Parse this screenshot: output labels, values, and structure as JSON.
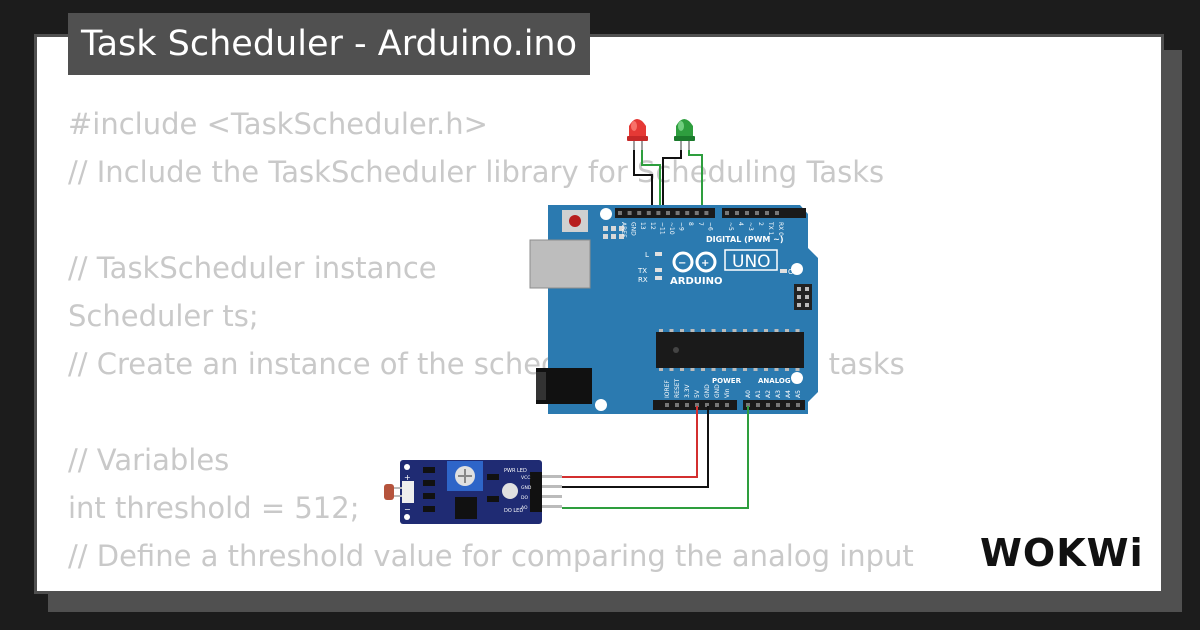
{
  "title": "Task Scheduler - Arduino.ino",
  "code_lines": [
    "#include <TaskScheduler.h>",
    "// Include the TaskScheduler library for Scheduling Tasks",
    "",
    "// TaskScheduler instance",
    "Scheduler ts;",
    "// Create an instance of the scheduler for managing tasks",
    "",
    "// Variables",
    "int threshold = 512;",
    "// Define a threshold value for comparing the analog input"
  ],
  "board": {
    "name": "UNO",
    "brand": "ARDUINO",
    "digital_label": "DIGITAL (PWM ~)",
    "power_label": "POWER",
    "analog_label": "ANALOG IN",
    "on_label": "ON",
    "l_label": "L",
    "tx_label": "TX",
    "rx_label": "RX",
    "top_pins": [
      "AREF",
      "GND",
      "13",
      "12",
      "~11",
      "~10",
      "~9",
      "8",
      "7",
      "~6",
      "~5",
      "4",
      "~3",
      "2",
      "TX 1",
      "RX 0"
    ],
    "power_pins": [
      "IOREF",
      "RESET",
      "3.3V",
      "5V",
      "GND",
      "GND",
      "Vin"
    ],
    "analog_pins": [
      "A0",
      "A1",
      "A2",
      "A3",
      "A4",
      "A5"
    ]
  },
  "sensor": {
    "labels": [
      "PWR LED",
      "DO LED"
    ],
    "pins": [
      "VCC",
      "GND",
      "DO",
      "AO"
    ]
  },
  "colors": {
    "background": "#1c1c1c",
    "card": "#ffffff",
    "frame": "#505050",
    "code_text": "#c9c9c9",
    "board": "#2b7ab0",
    "led_red": "#e53935",
    "led_green": "#2e9e3e",
    "wire_red": "#d32f2f",
    "wire_green": "#2e9e3e",
    "wire_black": "#111111",
    "sensor_pcb": "#1f2b73"
  },
  "logo": {
    "name": "wokwi-logo",
    "text": "WOKWi"
  }
}
